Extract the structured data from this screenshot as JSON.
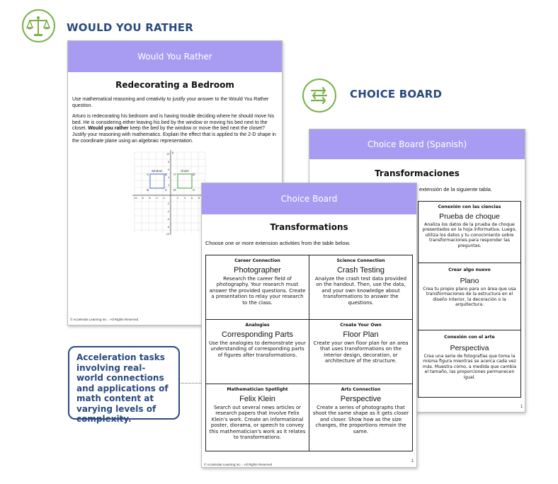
{
  "wyr_section": {
    "heading": "WOULD YOU RATHER",
    "card_header": "Would You Rather",
    "card_title": "Redecorating a Bedroom",
    "intro": "Use mathematical reasoning and creativity to justify your answer to the Would You Rather question.",
    "story_pre": "Arturo is redecorating his bedroom and is having trouble deciding where he should move his bed. He is considering either leaving his bed by the window or moving his bed next to the closet. ",
    "story_bold": "Would you rather",
    "story_post": " keep the bed by the window or move the bed next the closet? Justify your reasoning with mathematics. Explain the effect that is applied to the 2-D shape in the coordinate plane using an algebraic representation.",
    "graph": {
      "window_label": "window",
      "closet_label": "closet",
      "axis_y": "y",
      "axis_x": "x",
      "window_vertices": [
        "A",
        "B",
        "C",
        "D"
      ],
      "closet_vertices": [
        "A'",
        "B'",
        "C'",
        "D'"
      ],
      "x_ticks": [
        "-10",
        "-8",
        "-6",
        "-4",
        "-2",
        "2",
        "4",
        "6",
        "8",
        "10"
      ],
      "y_ticks": [
        "10",
        "8",
        "6",
        "4",
        "2",
        "-2",
        "-4",
        "-6",
        "-8",
        "-10"
      ]
    },
    "footer": "© Accelerate Learning Inc. - All Rights Reserved"
  },
  "cb_section": {
    "heading": "CHOICE BOARD"
  },
  "spanish_card": {
    "header": "Choice Board (Spanish)",
    "title": "Transformaciones",
    "intro_partial": "extensión de la siguiente tabla.",
    "cells": [
      {
        "label": "Conexión con las ciencias",
        "name": "Prueba de choque",
        "desc": "Analiza los datos de la prueba de choque presentados en la hoja informativa. Luego, utiliza los datos y tu conocimiento sobre transformaciones para responder las preguntas."
      },
      {
        "label": "Crear algo nuevo",
        "name": "Plano",
        "desc": "Crea tu propio plano para un área que usa transformaciones de la estructura en el diseño interior, la decoración o la arquitectura."
      },
      {
        "label": "Conexión con el arte",
        "name": "Perspectiva",
        "desc": "Crea una serie de fotografías que toma la misma figura mientras se acerca cada vez más. Muestra cómo, a medida que cambia el tamaño, las proporciones permanecen igual."
      }
    ],
    "page_num": "1"
  },
  "choice_card": {
    "header": "Choice Board",
    "title": "Transformations",
    "intro": "Choose one or more extension activities from the table below.",
    "cells": [
      {
        "label": "Career Connection",
        "name": "Photographer",
        "desc": "Research the career field of photography. Your research must answer the provided questions. Create a presentation to relay your research to the class."
      },
      {
        "label": "Science Connection",
        "name": "Crash Testing",
        "desc": "Analyze the crash test data provided on the handout. Then, use the data, and your own knowledge about transformations to answer the questions."
      },
      {
        "label": "Analogies",
        "name": "Corresponding Parts",
        "desc": "Use the analogies to demonstrate your understanding of corresponding parts of figures after transformations."
      },
      {
        "label": "Create Your Own",
        "name": "Floor Plan",
        "desc": "Create your own floor plan for an area that uses transformations on the interior design, decoration, or architecture of the structure."
      },
      {
        "label": "Mathematician Spotlight",
        "name": "Felix Klein",
        "desc": "Search out several news articles or research papers that involve Felix Klein's work. Create an informational poster, diorama, or speech to convey this mathematician's work as it relates to transformations."
      },
      {
        "label": "Arts Connection",
        "name": "Perspective",
        "desc": "Create a series of photographs that shoot the same shape as it gets closer and closer. Show how as the size changes, the proportions remain the same."
      }
    ],
    "footer": "© Accelerate Learning Inc. - All Rights Reserved",
    "page_num": "1"
  },
  "callout": {
    "text": "Acceleration tasks involving real-world connections and applications of math content at varying levels of complexity."
  },
  "colors": {
    "accent_purple": "#a79cf2",
    "heading_blue": "#2a4a7e",
    "icon_green": "#7ab04a"
  },
  "icons": [
    "balance-scale-icon",
    "cycle-arrows-icon"
  ]
}
